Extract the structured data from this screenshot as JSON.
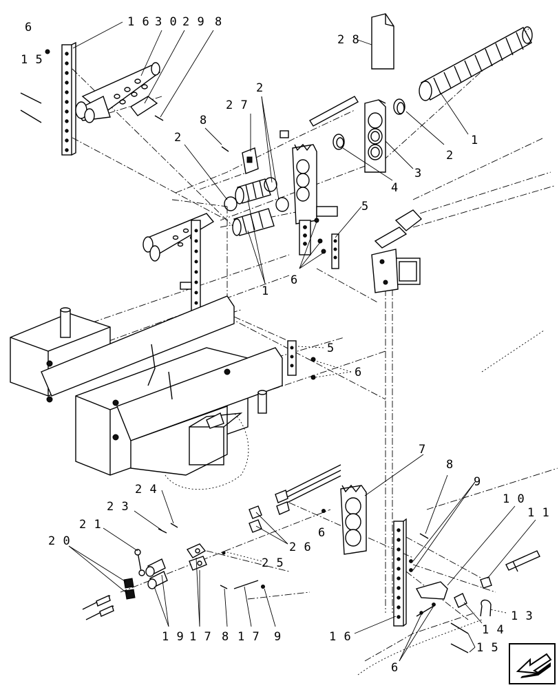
{
  "callouts": [
    {
      "id": "c6a",
      "text": "6"
    },
    {
      "id": "c15a",
      "text": "1 5"
    },
    {
      "id": "c16a",
      "text": "1 6"
    },
    {
      "id": "c30",
      "text": "3 0"
    },
    {
      "id": "c29",
      "text": "2 9"
    },
    {
      "id": "c8a",
      "text": "8"
    },
    {
      "id": "c28",
      "text": "2 8"
    },
    {
      "id": "c27",
      "text": "2 7"
    },
    {
      "id": "c2a",
      "text": "2"
    },
    {
      "id": "c8b",
      "text": "8"
    },
    {
      "id": "c2b",
      "text": "2"
    },
    {
      "id": "c1a",
      "text": "1"
    },
    {
      "id": "c2c",
      "text": "2"
    },
    {
      "id": "c3",
      "text": "3"
    },
    {
      "id": "c4",
      "text": "4"
    },
    {
      "id": "c5a",
      "text": "5"
    },
    {
      "id": "c1b",
      "text": "1"
    },
    {
      "id": "c6b",
      "text": "6"
    },
    {
      "id": "c5b",
      "text": "5"
    },
    {
      "id": "c6c",
      "text": "6"
    },
    {
      "id": "c7",
      "text": "7"
    },
    {
      "id": "c8c",
      "text": "8"
    },
    {
      "id": "c9a",
      "text": "9"
    },
    {
      "id": "c10",
      "text": "1 0"
    },
    {
      "id": "c11",
      "text": "1 1"
    },
    {
      "id": "c24",
      "text": "2 4"
    },
    {
      "id": "c23",
      "text": "2 3"
    },
    {
      "id": "c21",
      "text": "2 1"
    },
    {
      "id": "c20",
      "text": "2 0"
    },
    {
      "id": "c6d",
      "text": "6"
    },
    {
      "id": "c26",
      "text": "2 6"
    },
    {
      "id": "c25",
      "text": "2 5"
    },
    {
      "id": "c13",
      "text": "1 3"
    },
    {
      "id": "c14",
      "text": "1 4"
    },
    {
      "id": "c15b",
      "text": "1 5"
    },
    {
      "id": "c19",
      "text": "1 9"
    },
    {
      "id": "c17a",
      "text": "1 7"
    },
    {
      "id": "c8d",
      "text": "8"
    },
    {
      "id": "c17b",
      "text": "1 7"
    },
    {
      "id": "c9b",
      "text": "9"
    },
    {
      "id": "c16b",
      "text": "1 6"
    },
    {
      "id": "c6e",
      "text": "6"
    }
  ],
  "nav_icon": "next-page-arrow-icon"
}
